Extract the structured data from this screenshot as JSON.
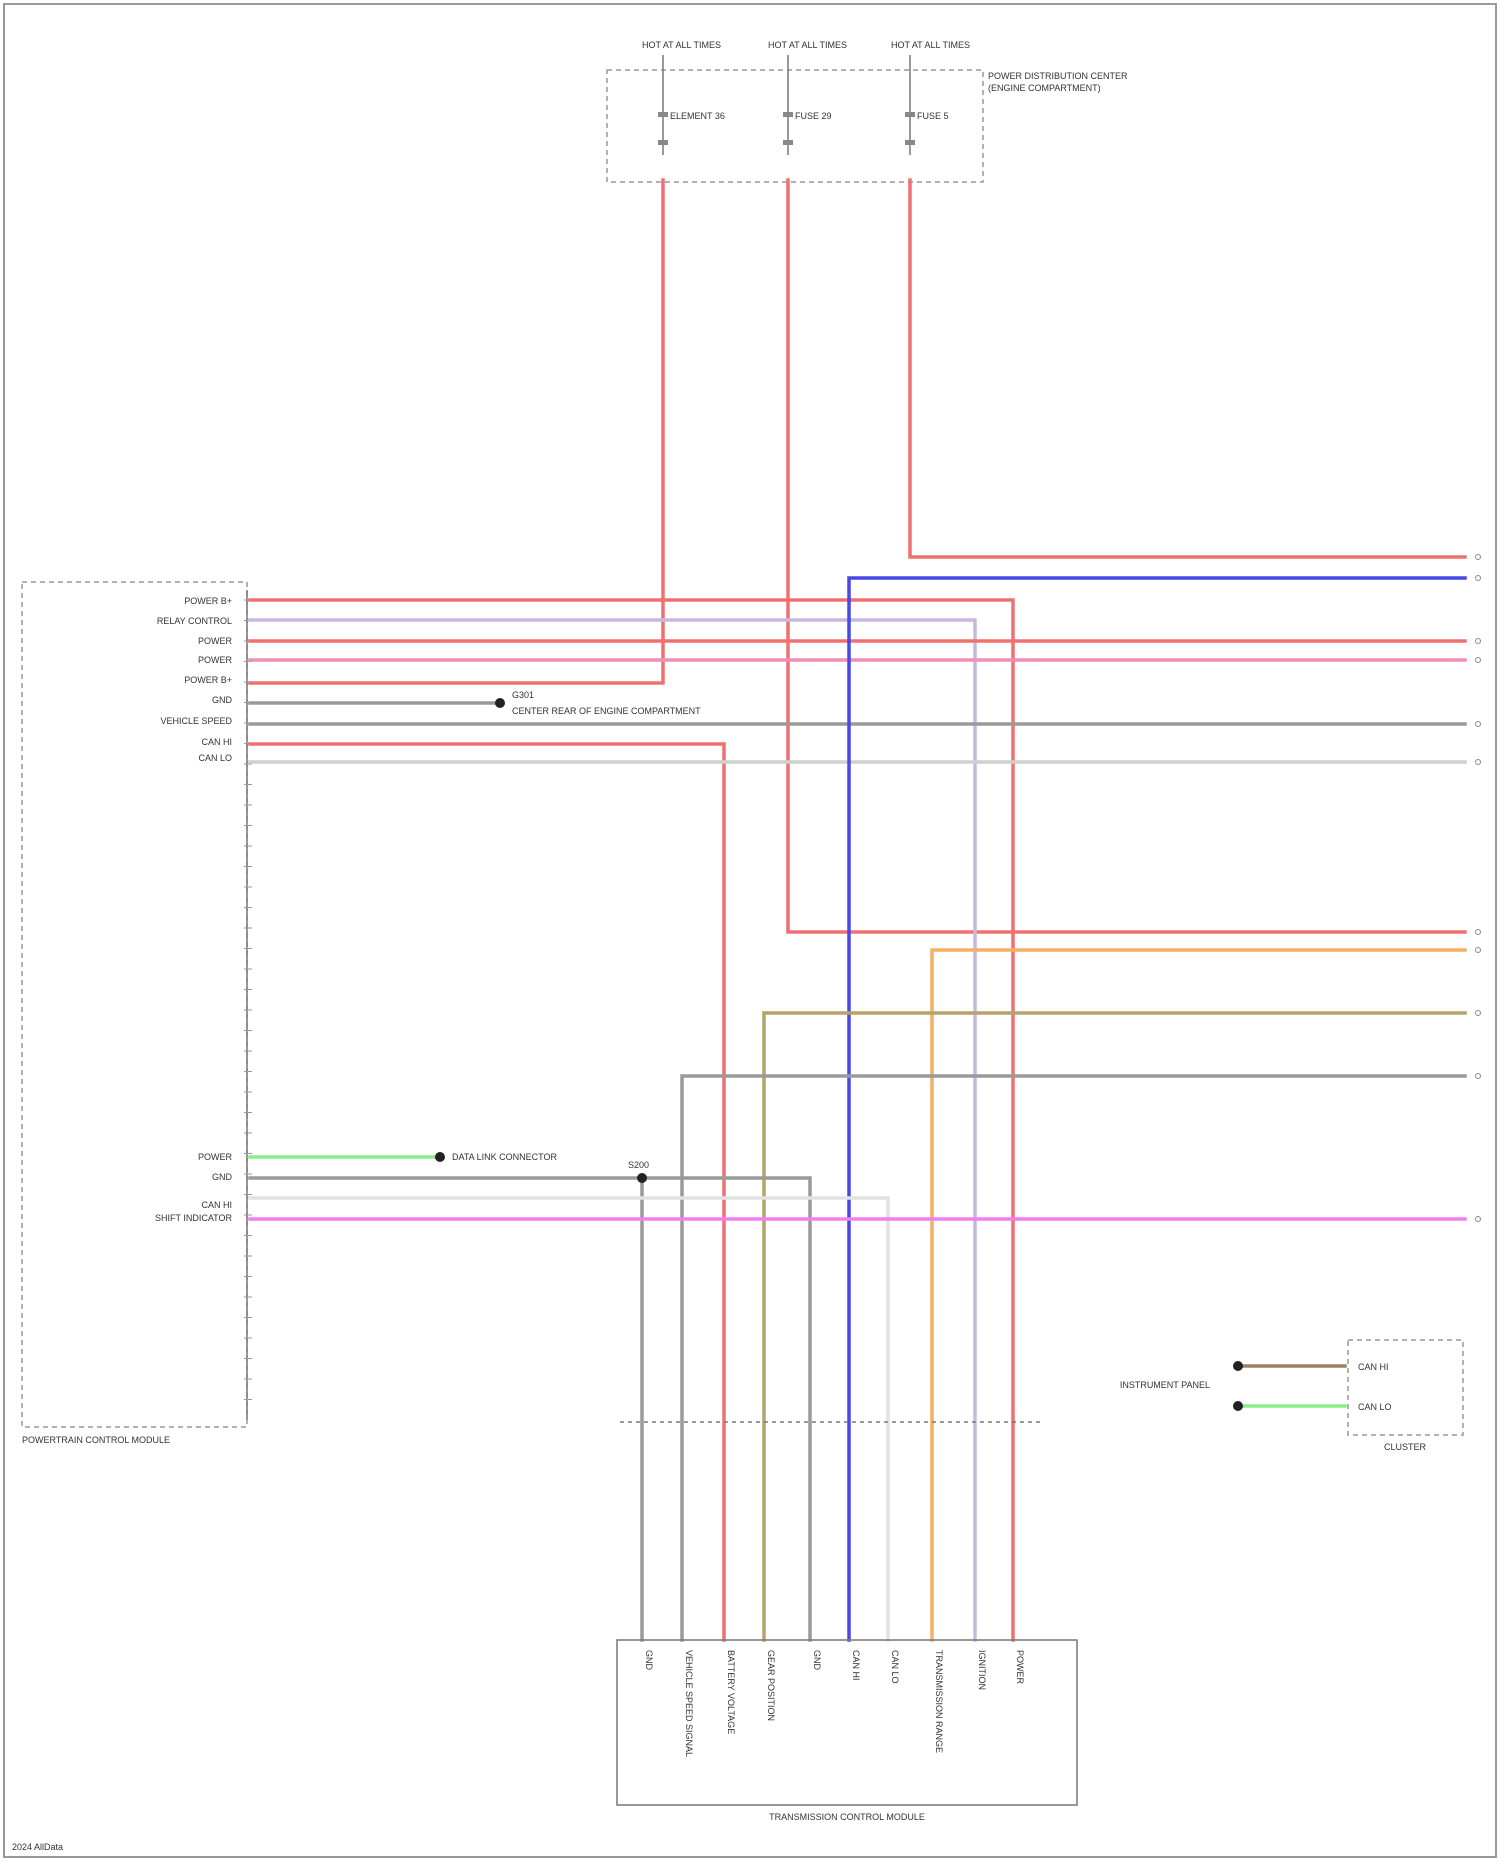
{
  "fuses": [
    {
      "top": "HOT AT ALL TIMES",
      "fuse": "ELEMENT 36"
    },
    {
      "top": "HOT AT ALL TIMES",
      "fuse": "FUSE 29"
    },
    {
      "top": "HOT AT ALL TIMES",
      "fuse": "FUSE 5"
    }
  ],
  "pdm_label": "POWER DISTRIBUTION CENTER (ENGINE COMPARTMENT)",
  "pcm_label": "POWERTRAIN CONTROL MODULE",
  "pcm_pins": [
    "POWER B+",
    "RELAY CONTROL",
    "POWER",
    "POWER",
    "POWER B+",
    "GND",
    "VEHICLE SPEED",
    "CAN HI",
    "CAN LO",
    "POWER",
    "GND",
    "CAN HI",
    "SHIFT INDICATOR"
  ],
  "splice_top": "G301",
  "splice_top_desc": "CENTER REAR OF ENGINE COMPARTMENT",
  "splice_mid": "DATA LINK CONNECTOR",
  "splice_bottom": "S200",
  "tcm_label": "TRANSMISSION CONTROL MODULE",
  "tcm_pins": [
    "GND",
    "VEHICLE SPEED SIGNAL",
    "BATTERY VOLTAGE",
    "GEAR POSITION",
    "GND",
    "CAN HI",
    "CAN LO",
    "TRANSMISSION RANGE",
    "IGNITION",
    "POWER"
  ],
  "right_label": "CLUSTER",
  "right_pins": [
    "CAN HI",
    "CAN LO"
  ],
  "right_side": "INSTRUMENT PANEL",
  "watermark": "2024 AllData",
  "colors": {
    "red": "#f07070",
    "pink": "#ef8fb8",
    "blue": "#4848e8",
    "gray": "#9a9a9a",
    "light_gray": "#cfcfcf",
    "orange": "#f5b066",
    "olive": "#b5a46a",
    "magenta": "#f07ef0",
    "green": "#88ee88",
    "lavender": "#c8b8e0",
    "brown": "#a08060"
  }
}
